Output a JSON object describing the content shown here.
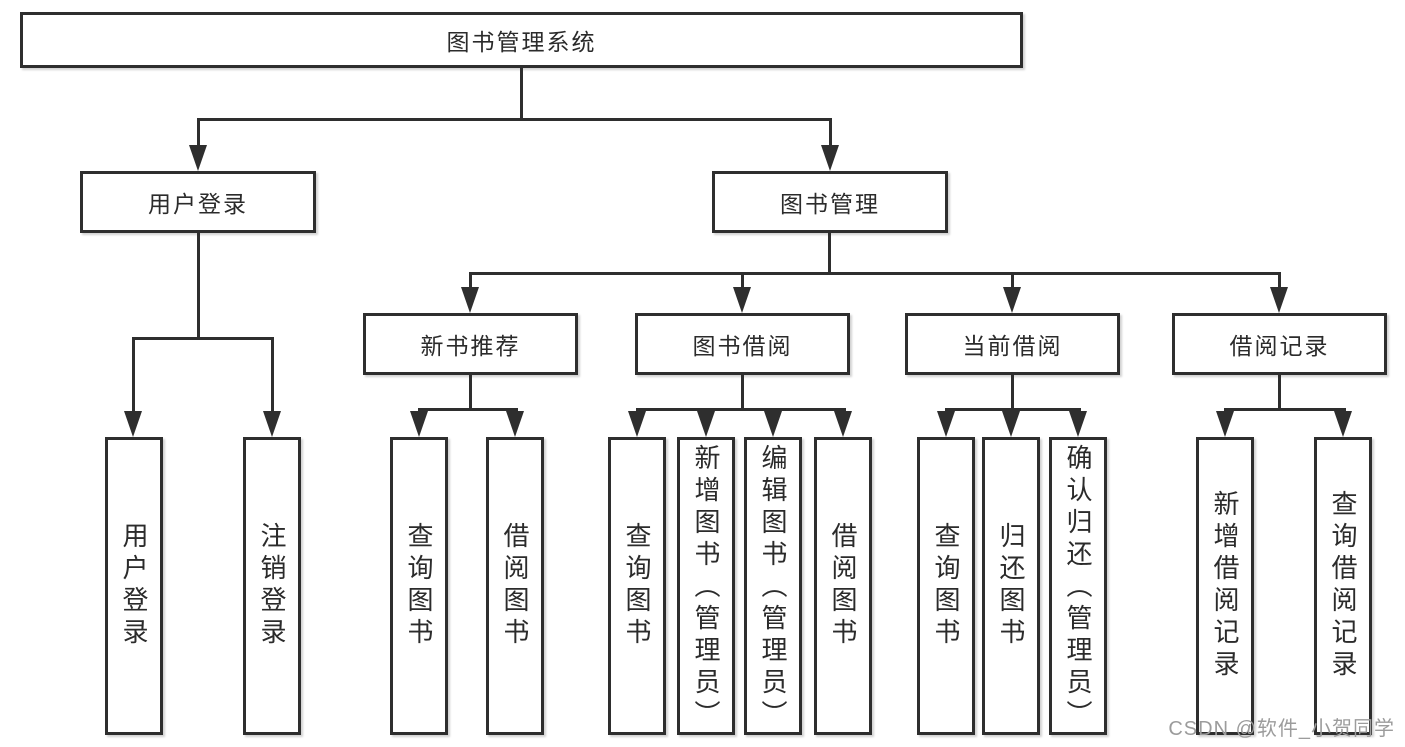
{
  "tree": {
    "label": "图书管理系统",
    "children": [
      {
        "label": "用户登录",
        "children": [
          {
            "label": "用户登录"
          },
          {
            "label": "注销登录"
          }
        ]
      },
      {
        "label": "图书管理",
        "children": [
          {
            "label": "新书推荐",
            "children": [
              {
                "label": "查询图书"
              },
              {
                "label": "借阅图书"
              }
            ]
          },
          {
            "label": "图书借阅",
            "children": [
              {
                "label": "查询图书"
              },
              {
                "label": "新增图书（管理员）"
              },
              {
                "label": "编辑图书（管理员）"
              },
              {
                "label": "借阅图书"
              }
            ]
          },
          {
            "label": "当前借阅",
            "children": [
              {
                "label": "查询图书"
              },
              {
                "label": "归还图书"
              },
              {
                "label": "确认归还（管理员）"
              }
            ]
          },
          {
            "label": "借阅记录",
            "children": [
              {
                "label": "新增借阅记录"
              },
              {
                "label": "查询借阅记录"
              }
            ]
          }
        ]
      }
    ]
  },
  "watermark": {
    "text": "CSDN @软件_小贺同学"
  },
  "colors": {
    "background": "#ffffff",
    "line": "#2e2e2e",
    "box_border": "#2e2e2e",
    "text": "#2b2b2b",
    "watermark": "#9c9c9c"
  }
}
